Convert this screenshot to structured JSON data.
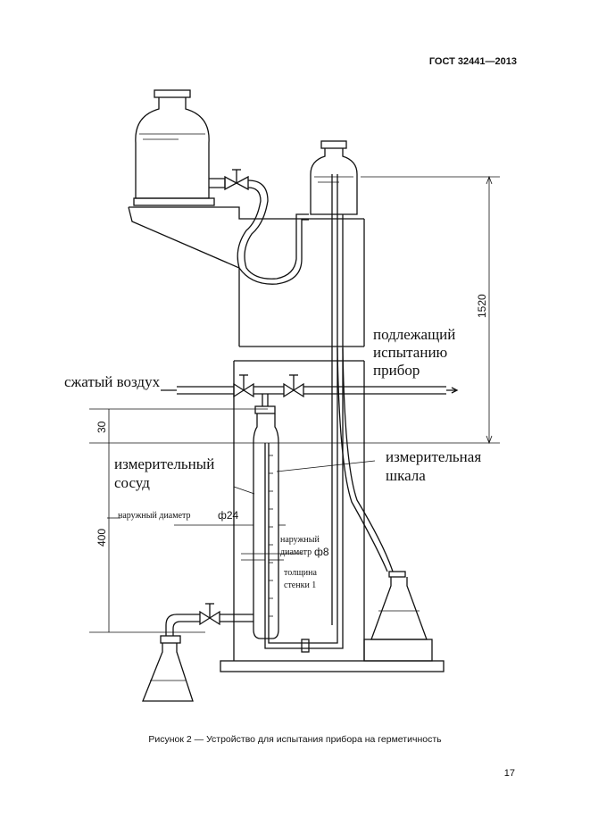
{
  "header": {
    "standard": "ГОСТ 32441—2013"
  },
  "figure": {
    "labels": {
      "compressed_air": "сжатый воздух",
      "tested_device_line1": "подлежащий",
      "tested_device_line2": "испытанию",
      "tested_device_line3": "прибор",
      "measuring_vessel_line1": "измерительный",
      "measuring_vessel_line2": "сосуд",
      "measuring_scale_line1": "измерительная",
      "measuring_scale_line2": "шкала",
      "outer_diameter_24": "наружный диаметр",
      "outer_diameter_8_line1": "наружный",
      "outer_diameter_8_line2": "диаметр",
      "wall_thickness_line1": "толщина",
      "wall_thickness_line2": "стенки 1"
    },
    "dimensions": {
      "height_total": "1520",
      "height_top": "30",
      "height_vessel": "400",
      "diameter_24": "ф24",
      "diameter_8": "ф8"
    }
  },
  "caption": "Рисунок 2 — Устройство для испытания прибора на герметичность",
  "page_number": "17"
}
